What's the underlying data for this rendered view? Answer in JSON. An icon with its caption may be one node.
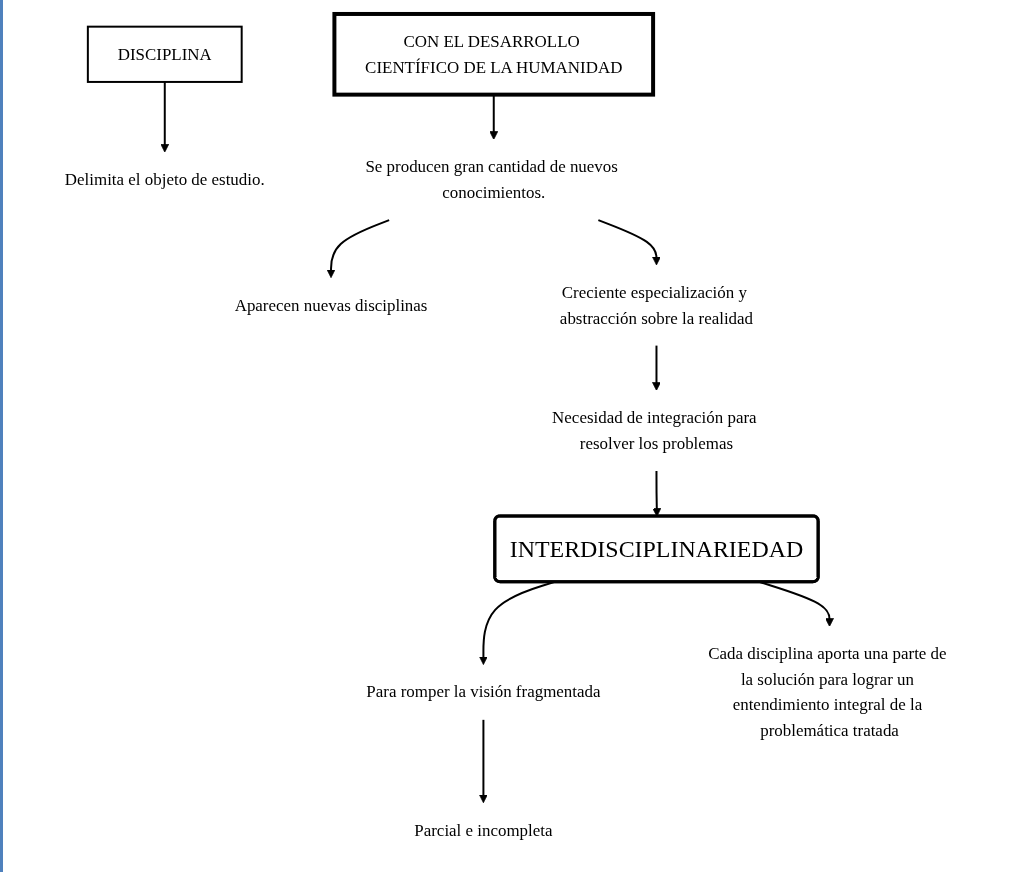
{
  "diagram": {
    "nodes": [
      {
        "text": [
          "DISCIPLINA"
        ]
      },
      {
        "text": [
          "Delimita el objeto de estudio."
        ]
      },
      {
        "text": [
          "CON EL DESARROLLO CIENTÍFICO DE LA HUMANIDAD"
        ]
      },
      {
        "text": [
          "Se producen gran cantidad de nuevos conocimientos."
        ]
      },
      {
        "text": [
          "Aparecen nuevas disciplinas"
        ]
      },
      {
        "text": [
          "Creciente especialización y abstracción sobre la realidad"
        ]
      },
      {
        "text": [
          "Necesidad de integración para resolver los problemas"
        ]
      },
      {
        "text": [
          "INTERDISCIPLINARIEDAD"
        ]
      },
      {
        "text": [
          "Para romper la visión fragmentada"
        ]
      },
      {
        "text": [
          "Parcial e incompleta"
        ]
      },
      {
        "text": [
          "Cada disciplina aporta una parte de la solución para lograr un entendimiento integral de la problemática tratada"
        ]
      }
    ],
    "edges": [
      {
        "from": 0,
        "to": 1,
        "arrow": "to"
      },
      {
        "from": 2,
        "to": 3,
        "arrow": "to"
      },
      {
        "from": 3,
        "to": 4,
        "arrow": "to"
      },
      {
        "from": 3,
        "to": 5,
        "arrow": "to"
      },
      {
        "from": 5,
        "to": 6,
        "arrow": "to"
      },
      {
        "from": 6,
        "to": 7,
        "arrow": "to"
      },
      {
        "from": 7,
        "to": 8,
        "arrow": "to"
      },
      {
        "from": 8,
        "to": 9,
        "arrow": "to"
      },
      {
        "from": 7,
        "to": 10,
        "arrow": "to"
      }
    ]
  }
}
